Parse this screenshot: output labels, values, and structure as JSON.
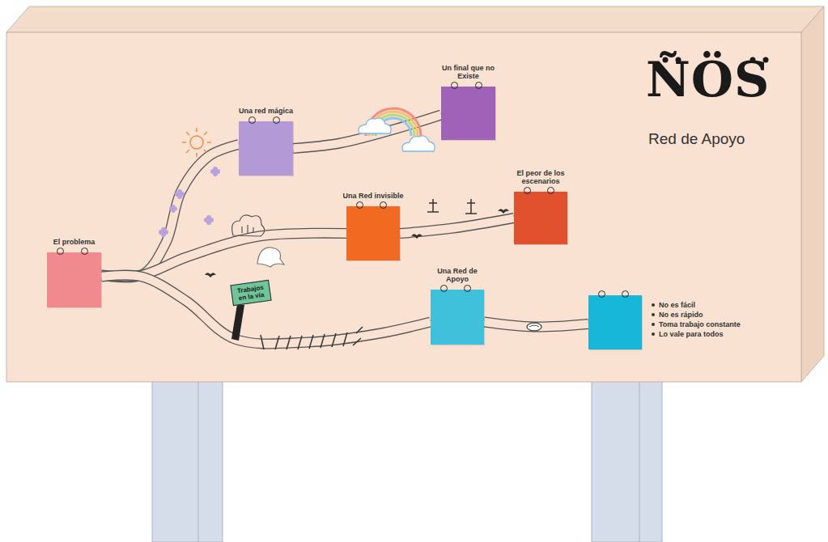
{
  "diagram": {
    "nodes": [
      {
        "text": [
          "El problema"
        ]
      },
      {
        "text": [
          "Una red mágica"
        ]
      },
      {
        "text": [
          "Un final que no Existe"
        ]
      },
      {
        "text": [
          "Una Red invisible"
        ]
      },
      {
        "text": [
          "El peor de los escenarios"
        ]
      },
      {
        "text": [
          "Una Red de Apoyo"
        ]
      },
      {
        "text": [
          "No es fácil",
          "No es rápido",
          "Toma trabajo constante",
          "Lo vale para todos"
        ]
      }
    ],
    "edges": [
      {
        "from": 0,
        "to": 1,
        "arrow": "none"
      },
      {
        "from": 1,
        "to": 2,
        "arrow": "none"
      },
      {
        "from": 0,
        "to": 3,
        "arrow": "none"
      },
      {
        "from": 3,
        "to": 4,
        "arrow": "none"
      },
      {
        "from": 0,
        "to": 5,
        "arrow": "none"
      },
      {
        "from": 5,
        "to": 6,
        "arrow": "none"
      }
    ],
    "labels": [
      "ÑÖS",
      "Red de Apoyo",
      "Trabajos en la vía"
    ]
  }
}
